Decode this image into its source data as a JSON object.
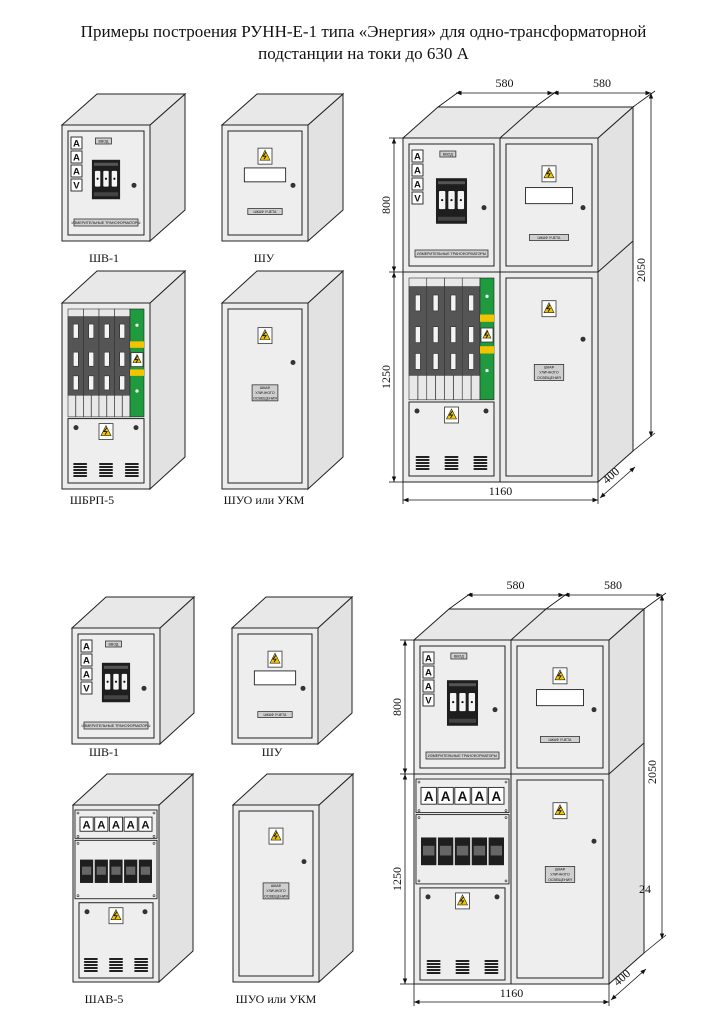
{
  "title": {
    "line1": "Примеры построения РУНН-Е-1 типа «Энергия» для одно-трансформаторной",
    "line2": "подстанции на токи до 630 А"
  },
  "top": {
    "labels": {
      "shv1": "ШВ-1",
      "shu": "ШУ",
      "shbrp": "ШБРП-5",
      "shuo": "ШУО или УКМ"
    }
  },
  "bottom": {
    "labels": {
      "shv1": "ШВ-1",
      "shu": "ШУ",
      "shav": "ШАВ-5",
      "shuo": "ШУО или УКМ"
    }
  },
  "plates": {
    "vvod": "ВВОД",
    "transformers": "ИЗМЕРИТЕЛЬНЫЕ ТРАНСФОРМАТОРЫ",
    "metering": "ШКАФ УЧЕТА",
    "lighting": [
      "ШКАФ",
      "УЛИЧНОГО",
      "ОСВЕЩЕНИЯ"
    ]
  },
  "meters": [
    "A",
    "A",
    "A",
    "V"
  ],
  "shav_meters": [
    "A",
    "A",
    "A",
    "A",
    "A"
  ],
  "dimensions": {
    "width_section": "580",
    "width_total": "1160",
    "height_total": "2050",
    "height_top": "800",
    "height_bottom": "1250",
    "depth": "400",
    "stray_mark": "24"
  },
  "colors": {
    "body": "#ececec",
    "side": "#e2e2e2",
    "top": "#e8e8e8",
    "stroke": "#222222",
    "green": "#1f9a3e",
    "yellow": "#f2c400",
    "breaker": "#555555",
    "black": "#1e1e1e"
  }
}
